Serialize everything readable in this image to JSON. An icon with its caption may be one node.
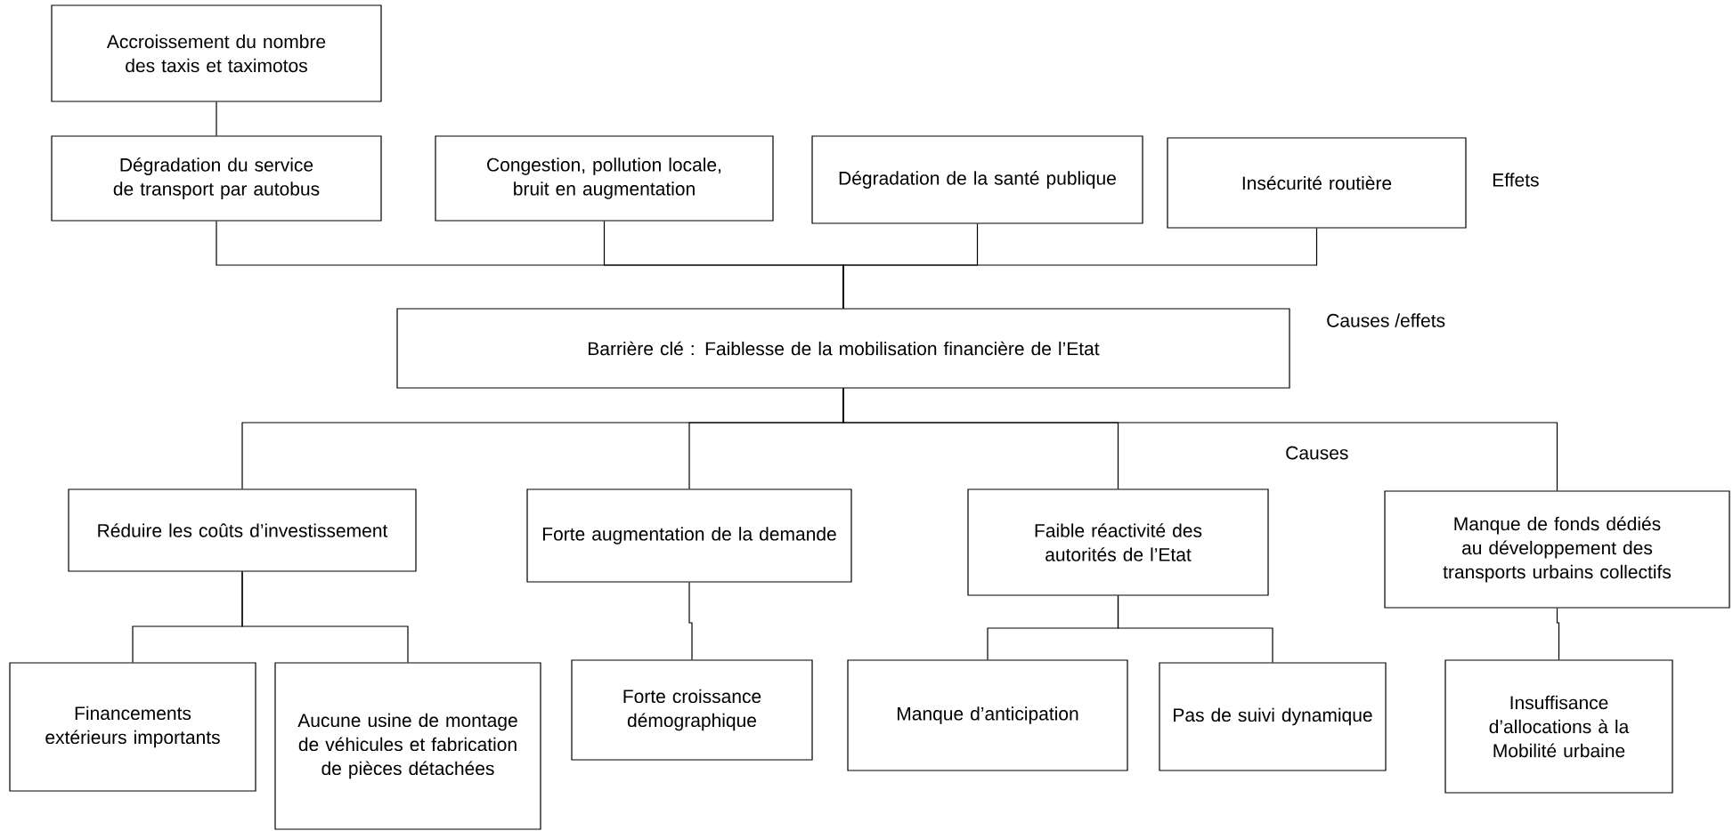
{
  "diagram": {
    "nodes": [
      {
        "text": [
          "Accroissement du nombre des taxis et taximotos"
        ]
      },
      {
        "text": [
          "Dégradation du service de transport par autobus"
        ]
      },
      {
        "text": [
          "Congestion, pollution locale, bruit en augmentation"
        ]
      },
      {
        "text": [
          "Dégradation de la santé publique"
        ]
      },
      {
        "text": [
          "Insécurité routière"
        ]
      },
      {
        "text": [
          "Barrière clé : Faiblesse de la mobilisation financière de l’Etat"
        ]
      },
      {
        "text": [
          "Réduire les coûts d’investissement"
        ]
      },
      {
        "text": [
          "Forte augmentation de la demande"
        ]
      },
      {
        "text": [
          "Faible réactivité des autorités de l’Etat"
        ]
      },
      {
        "text": [
          "Manque de fonds dédiés au développement des transports urbains collectifs"
        ]
      },
      {
        "text": [
          "Financements extérieurs importants"
        ]
      },
      {
        "text": [
          "Aucune usine de montage de véhicules et fabrication de pièces détachées"
        ]
      },
      {
        "text": [
          "Forte croissance démographique"
        ]
      },
      {
        "text": [
          "Manque d’anticipation"
        ]
      },
      {
        "text": [
          "Pas de suivi dynamique"
        ]
      },
      {
        "text": [
          "Insuffisance d’allocations à la Mobilité urbaine"
        ]
      }
    ],
    "edges": [
      {
        "from": 0,
        "to": 1,
        "arrow": "none"
      },
      {
        "from": 1,
        "to": 5,
        "arrow": "none"
      },
      {
        "from": 2,
        "to": 5,
        "arrow": "none"
      },
      {
        "from": 3,
        "to": 5,
        "arrow": "none"
      },
      {
        "from": 4,
        "to": 5,
        "arrow": "none"
      },
      {
        "from": 5,
        "to": 6,
        "arrow": "none"
      },
      {
        "from": 5,
        "to": 7,
        "arrow": "none"
      },
      {
        "from": 5,
        "to": 8,
        "arrow": "none"
      },
      {
        "from": 5,
        "to": 9,
        "arrow": "none"
      },
      {
        "from": 6,
        "to": 10,
        "arrow": "none"
      },
      {
        "from": 6,
        "to": 11,
        "arrow": "none"
      },
      {
        "from": 7,
        "to": 12,
        "arrow": "none"
      },
      {
        "from": 8,
        "to": 13,
        "arrow": "none"
      },
      {
        "from": 8,
        "to": 14,
        "arrow": "none"
      },
      {
        "from": 9,
        "to": 15,
        "arrow": "none"
      }
    ],
    "labels": [
      "Effets",
      "Causes /effets",
      "Causes"
    ]
  }
}
